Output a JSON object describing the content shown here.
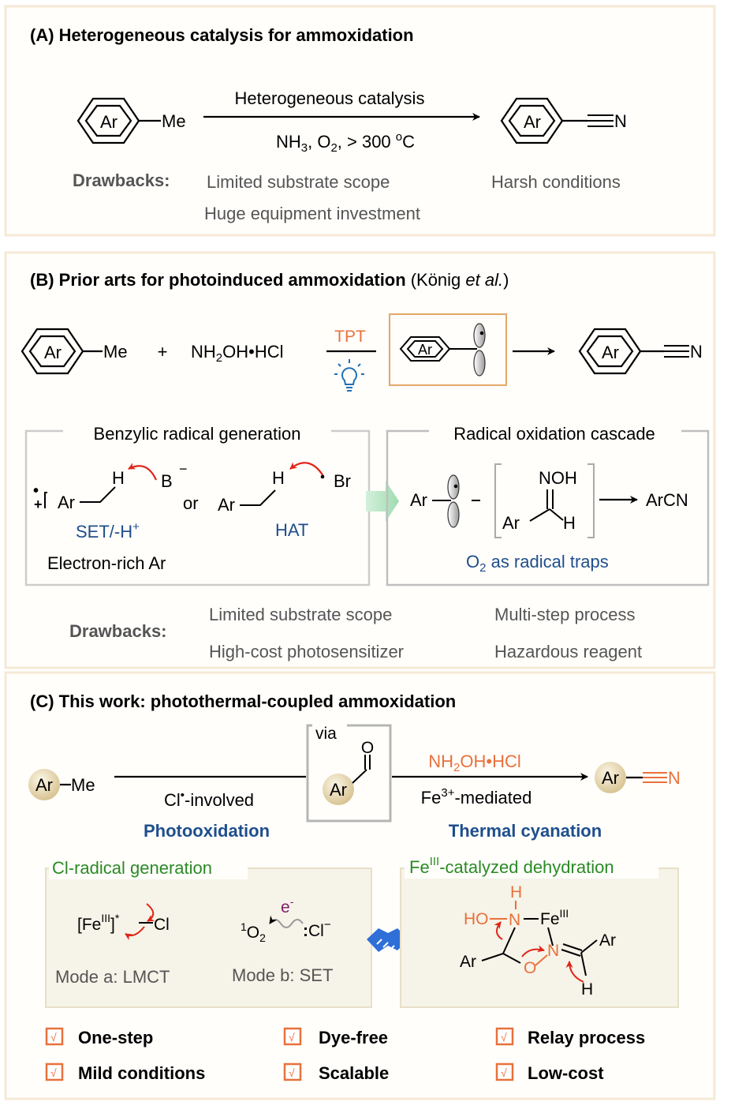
{
  "colors": {
    "panel_border": "#f5e9d6",
    "panel_fill": "#fffefb",
    "blue": "#1f4e8c",
    "orange": "#e8713c",
    "red": "#e02418",
    "green": "#2b8a25",
    "gray": "#555555",
    "box_gray": "#bfbfbf",
    "tan": "#e3c9a3",
    "light_green_arrow": "#b8e6c4"
  },
  "panelA": {
    "title": "(A) Heterogeneous catalysis for ammoxidation",
    "reactant_ring": "Ar",
    "reactant_sub": "Me",
    "arrow_top": "Heterogeneous catalysis",
    "cond": {
      "a": "NH",
      "a_sub": "3",
      "b": ", O",
      "b_sub": "2",
      "c": ", > 300 ",
      "c_sup": "o",
      "d": "C"
    },
    "product_ring": "Ar",
    "product_sub": "N",
    "drawbacks_label": "Drawbacks:",
    "drawback1": "Limited substrate scope",
    "drawback2": "Harsh conditions",
    "drawback3": "Huge equipment investment"
  },
  "panelB": {
    "title_bold": "(B) Prior arts for photoinduced ammoxidation",
    "title_normal_a": "(König ",
    "title_italic": "et al.",
    "title_normal_b": ")",
    "reactant_ring": "Ar",
    "reactant_sub": "Me",
    "plus": "+",
    "reagent": {
      "a": "NH",
      "a_sub": "2",
      "b": "OH•HCl"
    },
    "catalyst": "TPT",
    "intermediate_ring": "Ar",
    "product_ring": "Ar",
    "product_sub": "N",
    "box1_title": "Benzylic radical generation",
    "box1_dot": "•",
    "box1_plus": "+",
    "box1_ar1": "Ar",
    "box1_h1": "H",
    "box1_b": "B",
    "box1_minus": "−",
    "box1_or": "or",
    "box1_ar2": "Ar",
    "box1_h2": "H",
    "box1_br": "Br",
    "box1_set": {
      "a": "SET/-H",
      "sup": "+"
    },
    "box1_hat": "HAT",
    "box1_note": "Electron-rich Ar",
    "box2_title": "Radical oxidation cascade",
    "box2_ar1": "Ar",
    "box2_noh": "NOH",
    "box2_ar2": "Ar",
    "box2_h": "H",
    "box2_product": "ArCN",
    "box2_note": {
      "a": "O",
      "sub": "2",
      "b": " as radical traps"
    },
    "drawbacks_label": "Drawbacks:",
    "drawback1": "Limited substrate scope",
    "drawback2": "Multi-step process",
    "drawback3": "High-cost photosensitizer",
    "drawback4": "Hazardous reagent"
  },
  "panelC": {
    "title": "(C) This work: photothermal-coupled ammoxidation",
    "reactant_ar": "Ar",
    "reactant_me": "Me",
    "via": "via",
    "via_o": "O",
    "via_ar": "Ar",
    "step1_below": {
      "a": "Cl",
      "sup": "•",
      "b": "-involved"
    },
    "step1_name": "Photooxidation",
    "step2_above": {
      "a": "NH",
      "a_sub": "2",
      "b": "OH•HCl"
    },
    "step2_below": {
      "a": "Fe",
      "sup": "3+",
      "b": "-mediated"
    },
    "step2_name": "Thermal cyanation",
    "product_ar": "Ar",
    "product_n": "N",
    "box1_title": "Cl-radical generation",
    "box1_modeA_fe": {
      "a": "[Fe",
      "sup": "III",
      "b": "]",
      "star": "*"
    },
    "box1_modeA_cl": "Cl",
    "box1_modeB_o2": {
      "pre": "1",
      "a": "O",
      "sub": "2"
    },
    "box1_modeB_e": {
      "a": "e",
      "sup": "-"
    },
    "box1_modeB_cl": {
      "dots": ":",
      "a": "Cl",
      "sup": "−"
    },
    "box1_modeA_label": "Mode a: LMCT",
    "box1_modeB_label": "Mode b: SET",
    "box2_title": {
      "a": "Fe",
      "sup": "III",
      "b": "-catalyzed dehydration"
    },
    "box2_h": "H",
    "box2_ho": "HO",
    "box2_n1": "N",
    "box2_fe": {
      "a": "Fe",
      "sup": "III"
    },
    "box2_ar1": "Ar",
    "box2_o": "O",
    "box2_n2": "N",
    "box2_ar2": "Ar",
    "box2_h2": "H",
    "check": "√",
    "features": [
      "One-step",
      "Dye-free",
      "Relay process",
      "Mild conditions",
      "Scalable",
      "Low-cost"
    ]
  }
}
